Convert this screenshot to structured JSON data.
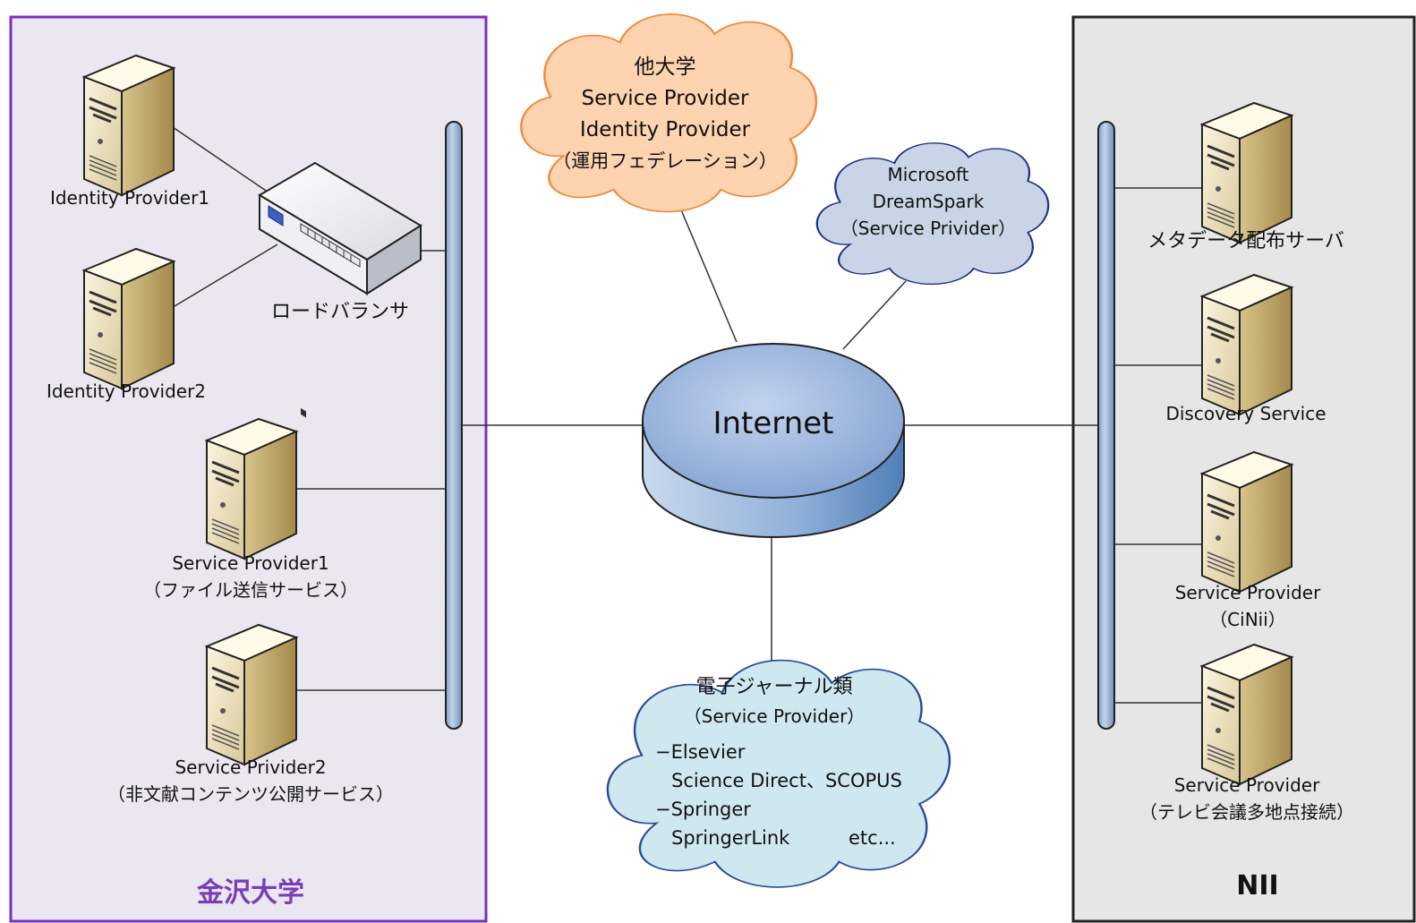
{
  "zones": {
    "kanazawa": {
      "label": "金沢大学",
      "label_color": "#7a3db8",
      "border_color": "#7b2fbe",
      "fill": "#ebe7f0"
    },
    "nii": {
      "label": "NII",
      "label_color": "#111111",
      "border_color": "#222222",
      "fill": "#e6e6e6"
    }
  },
  "kanazawa_nodes": {
    "idp1": {
      "label": "Identity Provider1"
    },
    "idp2": {
      "label": "Identity Provider2"
    },
    "load_balancer": {
      "label": "ロードバランサ"
    },
    "sp1": {
      "line1": "Service Provider1",
      "line2": "（ファイル送信サービス）"
    },
    "sp2": {
      "line1": "Service Privider2",
      "line2": "（非文献コンテンツ公開サービス）"
    }
  },
  "nii_nodes": {
    "metadata": {
      "label": "メタデータ配布サーバ"
    },
    "discovery": {
      "label": "Discovery Service"
    },
    "cinii": {
      "line1": "Service Provider",
      "line2": "（CiNii）"
    },
    "tv": {
      "line1": "Service Provider",
      "line2": "（テレビ会議多地点接続）"
    }
  },
  "internet": {
    "label": "Internet"
  },
  "clouds": {
    "other_univ": {
      "lines": [
        "他大学",
        "Service Provider",
        "Identity Provider",
        "（運用フェデレーション）"
      ],
      "fill": "#fdd3b0",
      "stroke": "#f08a3c"
    },
    "microsoft": {
      "lines": [
        "Microsoft",
        "DreamSpark",
        "（Service Privider）"
      ],
      "fill": "#c9d5e6",
      "stroke": "#1e2f8c"
    },
    "journals": {
      "title": "電子ジャーナル類",
      "subtitle": "（Service Provider）",
      "items": [
        "−Elsevier",
        "Science Direct、SCOPUS",
        "−Springer",
        "SpringerLink"
      ],
      "etc": "etc...",
      "fill": "#cfe8ef",
      "stroke": "#2a4a9a"
    }
  },
  "icons": [
    "server-icon",
    "load-balancer-icon",
    "network-bus-icon",
    "internet-cylinder-icon",
    "cloud-icon"
  ]
}
